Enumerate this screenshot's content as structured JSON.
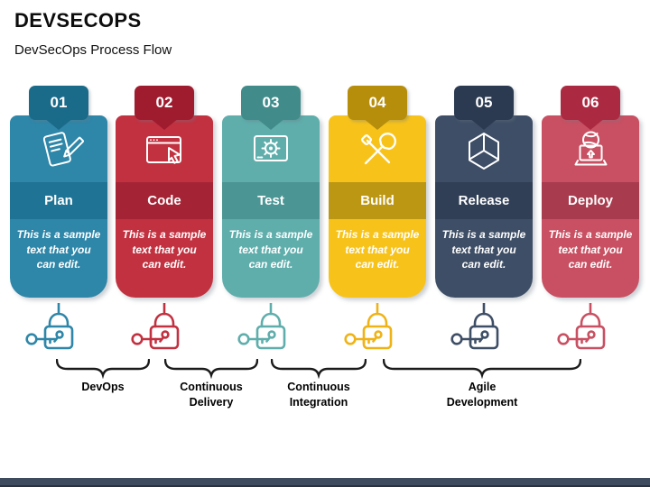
{
  "slide": {
    "title": "DEVSECOPS",
    "subtitle": "DevSecOps Process Flow"
  },
  "steps": [
    {
      "number": "01",
      "title": "Plan",
      "body": "This is a sample text that you can edit.",
      "icon": "plan-notepad-pencil-icon",
      "colors": {
        "tab": "#1A6A89",
        "card": "#2E86A8",
        "band": "#1F7394",
        "lock": "#2E86A8"
      }
    },
    {
      "number": "02",
      "title": "Code",
      "body": "This is a sample text that you can edit.",
      "icon": "code-window-cursor-icon",
      "colors": {
        "tab": "#9E1C2E",
        "card": "#C23140",
        "band": "#A42435",
        "lock": "#C23140"
      }
    },
    {
      "number": "03",
      "title": "Test",
      "body": "This is a sample text that you can edit.",
      "icon": "test-monitor-gear-icon",
      "colors": {
        "tab": "#418C8B",
        "card": "#5FAEAC",
        "band": "#4B9694",
        "lock": "#5FAEAC"
      }
    },
    {
      "number": "04",
      "title": "Build",
      "body": "This is a sample text that you can edit.",
      "icon": "build-wrench-screwdriver-icon",
      "colors": {
        "tab": "#B68E0C",
        "card": "#F7C31B",
        "band": "#BC9714",
        "lock": "#F0B316"
      }
    },
    {
      "number": "05",
      "title": "Release",
      "body": "This is a sample text that you can edit.",
      "icon": "release-package-cube-icon",
      "colors": {
        "tab": "#2B3A50",
        "card": "#3E4E66",
        "band": "#303F56",
        "lock": "#3E4E66"
      }
    },
    {
      "number": "06",
      "title": "Deploy",
      "body": "This is a sample text that you can edit.",
      "icon": "deploy-laptop-globe-icon",
      "colors": {
        "tab": "#AC2A41",
        "card": "#C85062",
        "band": "#A93B4E",
        "lock": "#C85062"
      }
    }
  ],
  "security_icon": "padlock-key-icon",
  "groups": [
    {
      "lines": [
        "DevOps"
      ]
    },
    {
      "lines": [
        "Continuous",
        "Delivery"
      ]
    },
    {
      "lines": [
        "Continuous",
        "Integration"
      ]
    },
    {
      "lines": [
        "Agile",
        "Development"
      ]
    }
  ],
  "footer": {
    "bar_color": "#3E4A5E",
    "bar_edge_color": "#28323F"
  }
}
